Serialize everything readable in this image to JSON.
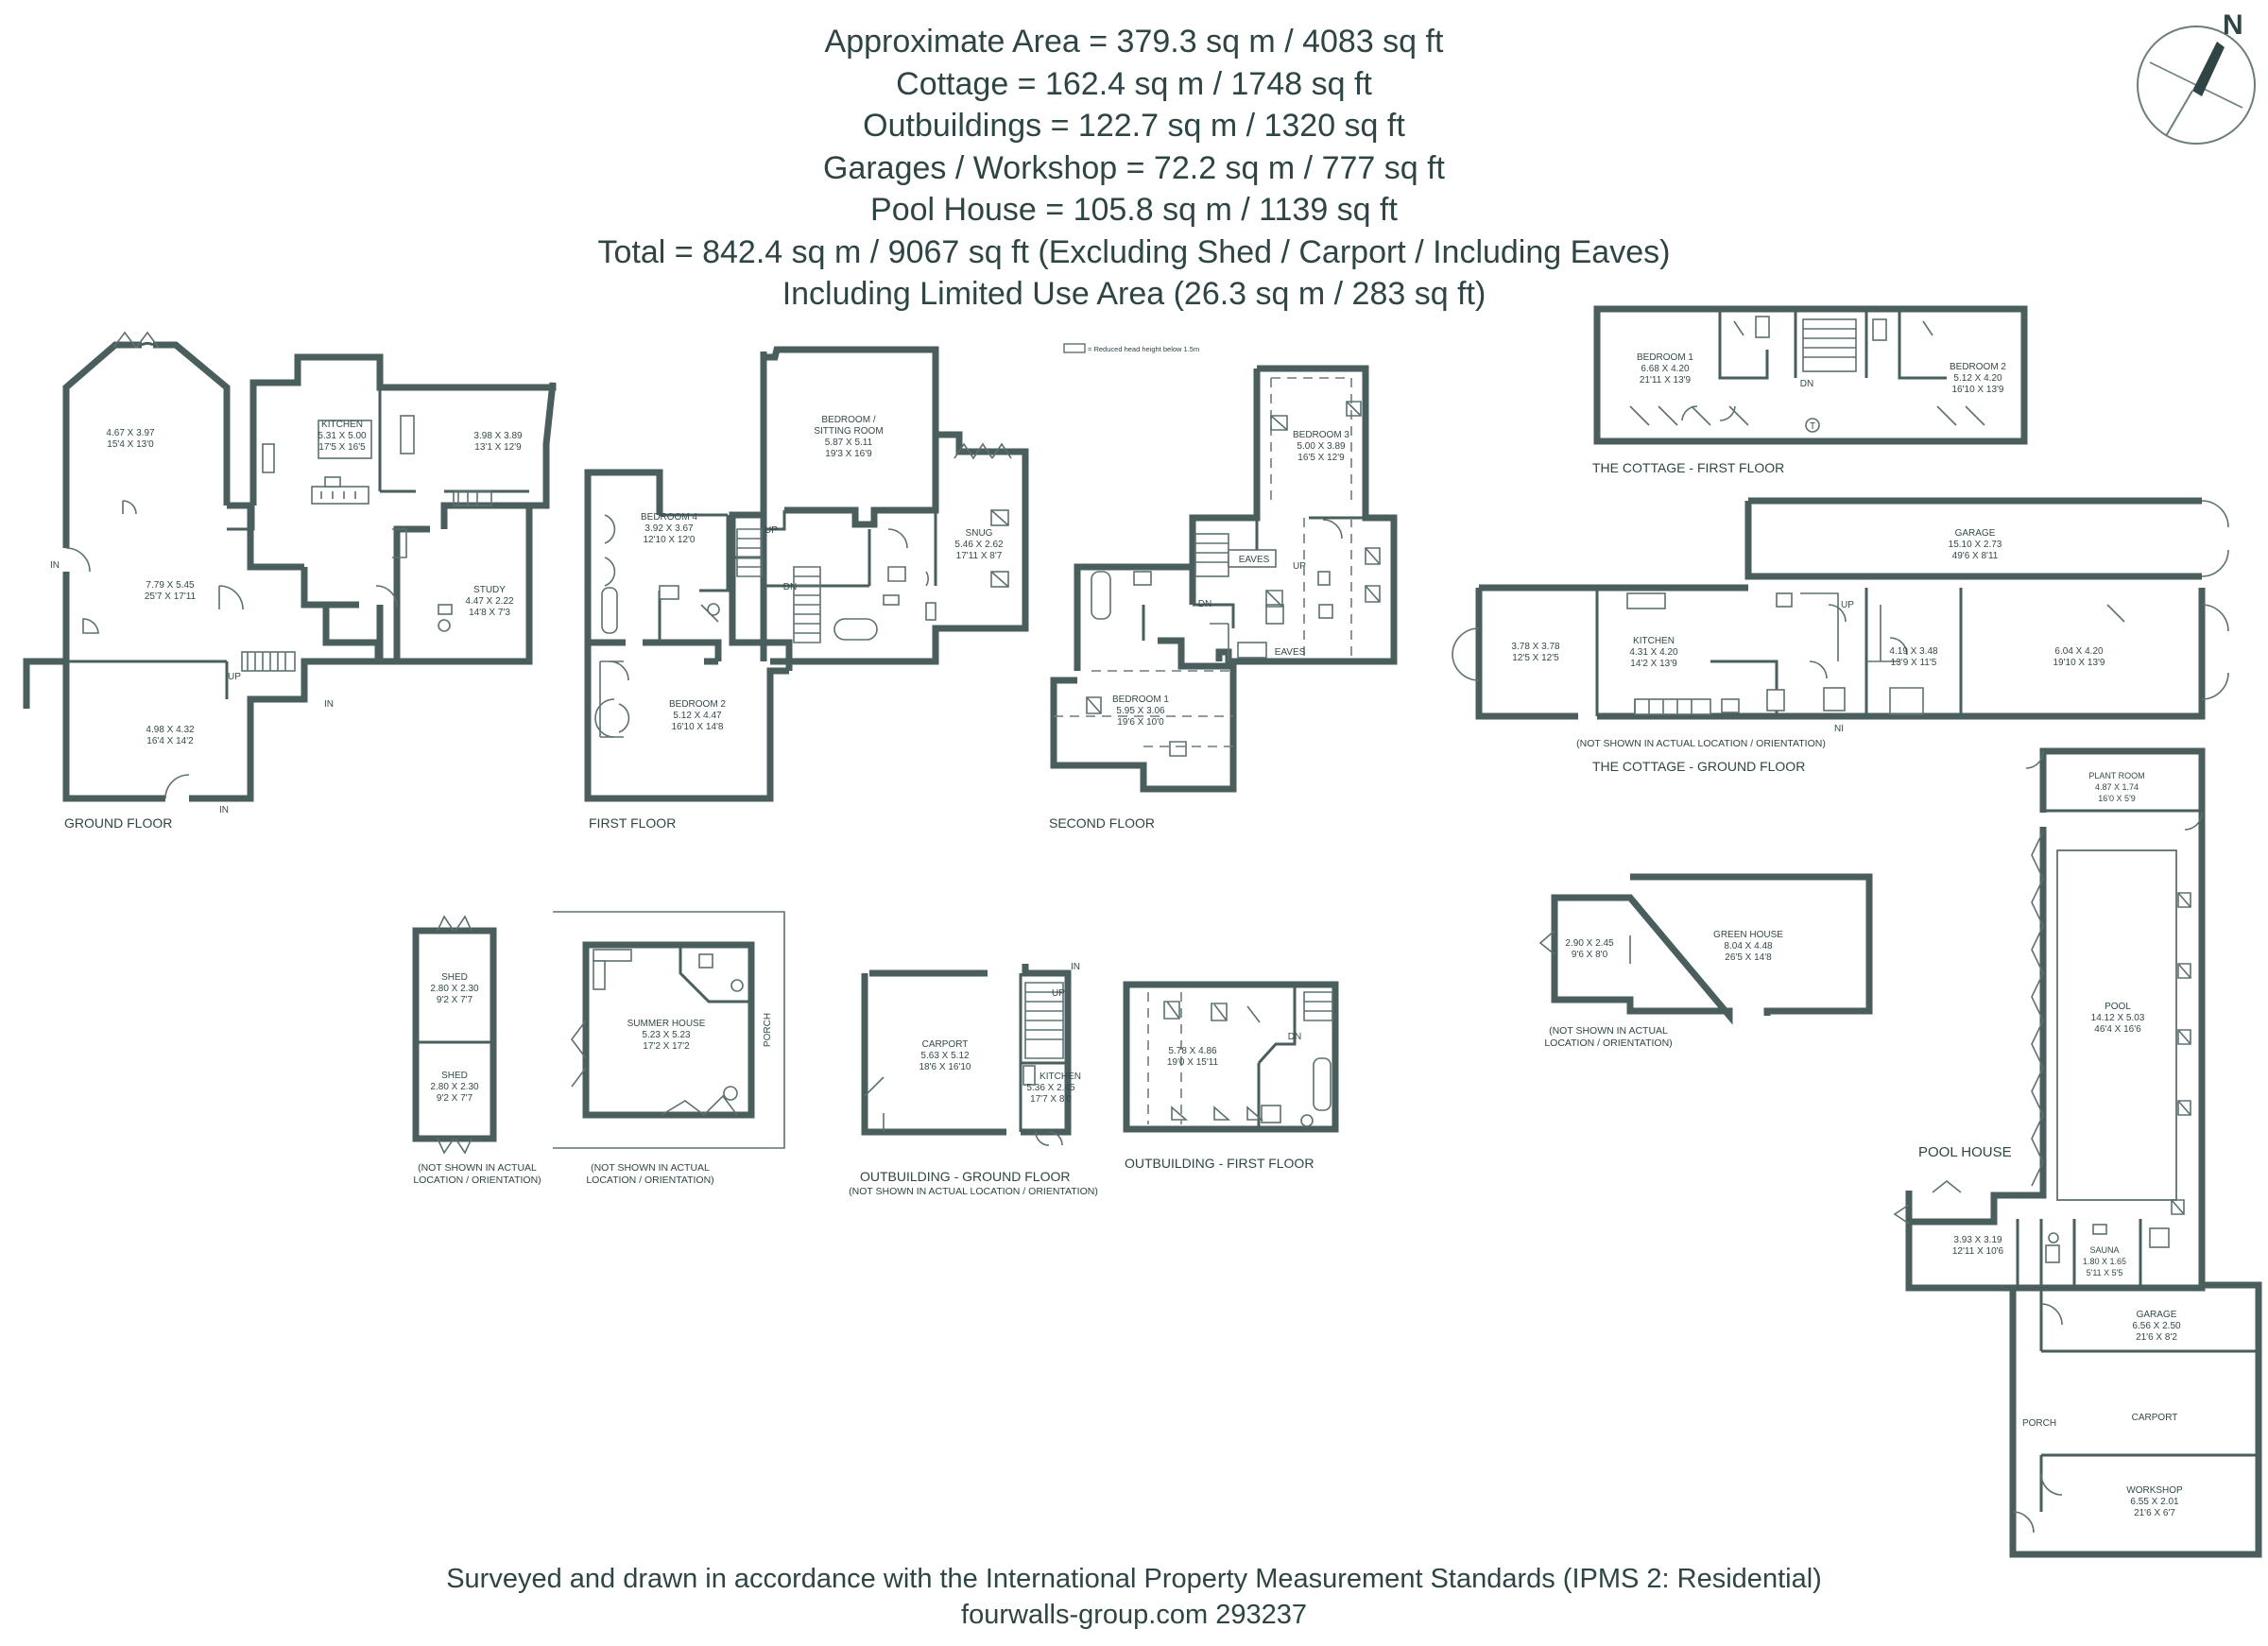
{
  "header": {
    "lines": [
      "Approximate  Area = 379.3 sq m / 4083 sq ft",
      "Cottage = 162.4 sq m / 1748 sq ft",
      "Outbuildings = 122.7 sq m / 1320 sq ft",
      "Garages / Workshop = 72.2 sq m / 777 sq ft",
      "Pool House = 105.8 sq m / 1139 sq ft",
      "Total = 842.4 sq m / 9067 sq ft (Excluding Shed / Carport / Including Eaves)",
      "Including Limited Use Area (26.3 sq m / 283 sq ft)"
    ]
  },
  "footer": {
    "line1": "Surveyed and drawn in accordance with the International Property Measurement Standards (IPMS 2: Residential)",
    "line2": "fourwalls-group.com 293237"
  },
  "compass": {
    "letter": "N"
  },
  "legend": {
    "text": "= Reduced head height below 1.5m"
  },
  "captions": {
    "ground_floor": "GROUND FLOOR",
    "first_floor": "FIRST FLOOR",
    "second_floor": "SECOND FLOOR",
    "cottage_first": "THE COTTAGE - FIRST FLOOR",
    "cottage_ground": "THE COTTAGE - GROUND FLOOR",
    "outbuilding_ground": "OUTBUILDING - GROUND FLOOR",
    "outbuilding_first": "OUTBUILDING - FIRST FLOOR",
    "pool_house": "POOL HOUSE"
  },
  "notes": {
    "not_shown_1": "(NOT SHOWN IN ACTUAL",
    "not_shown_2": "LOCATION / ORIENTATION)",
    "not_shown_line": "(NOT SHOWN IN ACTUAL LOCATION / ORIENTATION)"
  },
  "markers": {
    "in": "IN",
    "up": "UP",
    "dn": "DN",
    "ni": "NI",
    "eaves": "EAVES",
    "t": "T"
  },
  "ground_floor": {
    "r1": {
      "name": "",
      "m": "4.67 X 3.97",
      "i": "15'4 X 13'0"
    },
    "kitchen": {
      "name": "KITCHEN",
      "m": "5.31 X 5.00",
      "i": "17'5 X 16'5"
    },
    "r3": {
      "name": "",
      "m": "3.98 X 3.89",
      "i": "13'1 X 12'9"
    },
    "r4": {
      "name": "",
      "m": "7.79 X 5.45",
      "i": "25'7 X 17'11"
    },
    "study": {
      "name": "STUDY",
      "m": "4.47 X 2.22",
      "i": "14'8 X 7'3"
    },
    "r6": {
      "name": "",
      "m": "4.98 X 4.32",
      "i": "16'4 X 14'2"
    }
  },
  "first_floor": {
    "bed_sit": {
      "name1": "BEDROOM /",
      "name2": "SITTING ROOM",
      "m": "5.87 X 5.11",
      "i": "19'3 X 16'9"
    },
    "bed4": {
      "name": "BEDROOM 4",
      "m": "3.92 X 3.67",
      "i": "12'10 X 12'0"
    },
    "snug": {
      "name": "SNUG",
      "m": "5.46 X 2.62",
      "i": "17'11 X 8'7"
    },
    "bed2": {
      "name": "BEDROOM 2",
      "m": "5.12 X 4.47",
      "i": "16'10 X 14'8"
    }
  },
  "second_floor": {
    "bed3": {
      "name": "BEDROOM 3",
      "m": "5.00 X 3.89",
      "i": "16'5 X 12'9"
    },
    "bed1": {
      "name": "BEDROOM 1",
      "m": "5.95 X 3.06",
      "i": "19'6 X 10'0"
    }
  },
  "cottage_first": {
    "bed1": {
      "name": "BEDROOM 1",
      "m": "6.68 X 4.20",
      "i": "21'11 X 13'9"
    },
    "bed2": {
      "name": "BEDROOM 2",
      "m": "5.12 X 4.20",
      "i": "16'10 X 13'9"
    }
  },
  "cottage_ground": {
    "garage": {
      "name": "GARAGE",
      "m": "15.10 X 2.73",
      "i": "49'6 X 8'11"
    },
    "r1": {
      "name": "",
      "m": "3.78 X 3.78",
      "i": "12'5 X 12'5"
    },
    "kitchen": {
      "name": "KITCHEN",
      "m": "4.31 X 4.20",
      "i": "14'2 X 13'9"
    },
    "r3": {
      "name": "",
      "m": "4.19 X 3.48",
      "i": "13'9 X 11'5"
    },
    "r4": {
      "name": "",
      "m": "6.04 X 4.20",
      "i": "19'10 X 13'9"
    }
  },
  "sheds": {
    "shed1": {
      "name": "SHED",
      "m": "2.80 X 2.30",
      "i": "9'2 X 7'7"
    },
    "shed2": {
      "name": "SHED",
      "m": "2.80 X 2.30",
      "i": "9'2 X 7'7"
    }
  },
  "summer_house": {
    "name": "SUMMER HOUSE",
    "m": "5.23 X 5.23",
    "i": "17'2 X 17'2",
    "porch": "PORCH"
  },
  "outbuilding_ground": {
    "carport": {
      "name": "CARPORT",
      "m": "5.63 X 5.12",
      "i": "18'6 X 16'10"
    },
    "kitchen": {
      "name": "KITCHEN",
      "m": "5.36 X 2.45",
      "i": "17'7 X 8'0"
    }
  },
  "outbuilding_first": {
    "r1": {
      "name": "",
      "m": "5.78 X 4.86",
      "i": "19'0 X 15'11"
    }
  },
  "green_house": {
    "gh": {
      "name": "GREEN HOUSE",
      "m": "8.04 X 4.48",
      "i": "26'5 X 14'8"
    },
    "small": {
      "name": "",
      "m": "2.90 X 2.45",
      "i": "9'6 X 8'0"
    }
  },
  "pool_house": {
    "plant": {
      "name": "PLANT ROOM",
      "m": "4.87 X 1.74",
      "i": "16'0 X 5'9"
    },
    "pool": {
      "name": "POOL",
      "m": "14.12 X 5.03",
      "i": "46'4 X 16'6"
    },
    "r1": {
      "name": "",
      "m": "3.93 X 3.19",
      "i": "12'11 X 10'6"
    },
    "sauna": {
      "name": "SAUNA",
      "m": "1.80 X 1.65",
      "i": "5'11 X 5'5"
    },
    "garage": {
      "name": "GARAGE",
      "m": "6.56 X 2.50",
      "i": "21'6 X 8'2"
    },
    "porch": {
      "name": "PORCH"
    },
    "carport": {
      "name": "CARPORT"
    },
    "workshop": {
      "name": "WORKSHOP",
      "m": "6.55 X 2.01",
      "i": "21'6 X 6'7"
    }
  }
}
